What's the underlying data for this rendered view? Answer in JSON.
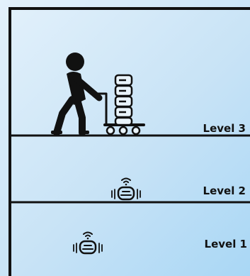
{
  "levels": [
    {
      "label": "Level 3"
    },
    {
      "label": "Level 2"
    },
    {
      "label": "Level 1"
    }
  ],
  "colors": {
    "ink": "#111111",
    "background": "#c8e3f6",
    "box_fill": "#eaf4fb"
  },
  "icons": {
    "worker": "person-pushing-cart-icon",
    "cart": "hand-truck-cart-icon",
    "boxes": "stacked-boxes-icon",
    "robot": "wireless-robot-icon"
  }
}
